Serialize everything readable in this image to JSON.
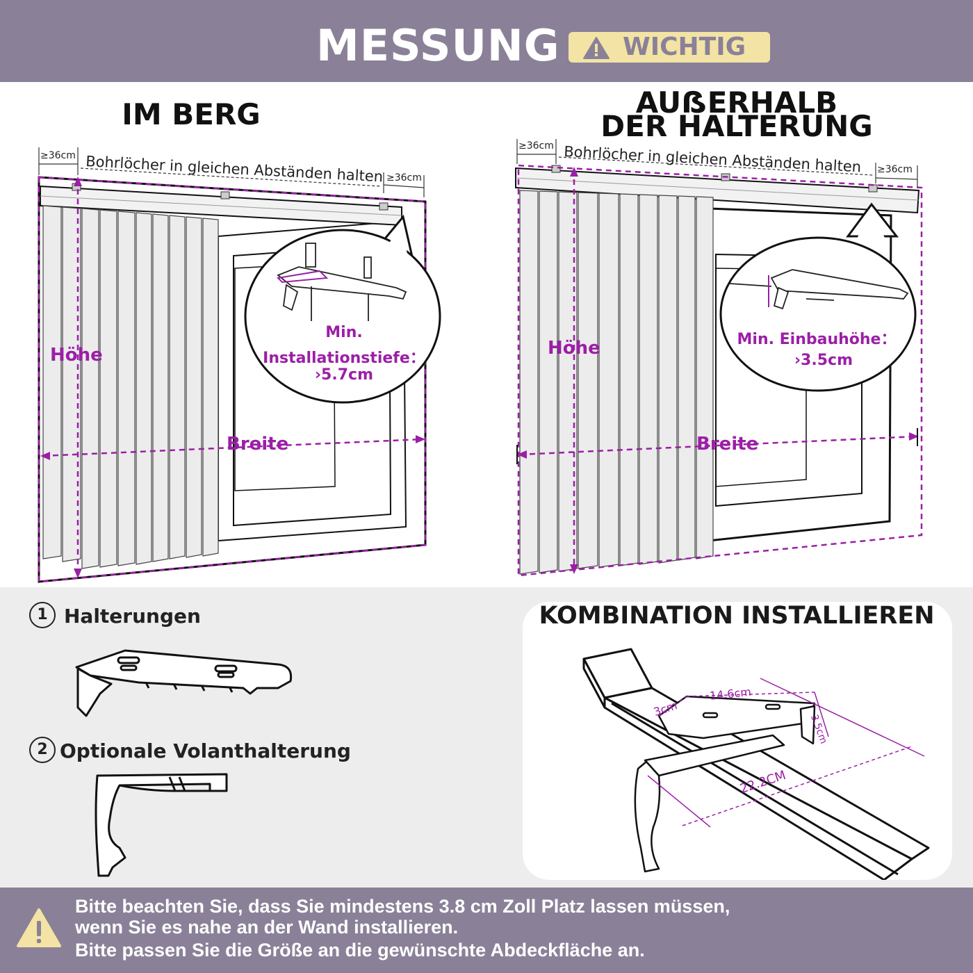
{
  "header": {
    "title": "MESSUNG",
    "badge": "WICHTIG",
    "badge_icon": "warning-triangle-icon",
    "background": "#8a8198",
    "badge_color": "#f3e3a4"
  },
  "left_panel": {
    "title": "IM BERG",
    "drill_label": "Bohrlöcher in gleichen Abständen halten",
    "gap_left": "≥36cm",
    "gap_right": "≥36cm",
    "height_label": "Höhe",
    "width_label": "Breite",
    "callout_line1": "Min.",
    "callout_line2": "Installationstiefe：",
    "callout_line3": "›5.7cm"
  },
  "right_panel": {
    "title_line1": "AUẞERHALB",
    "title_line2": "DER HALTERUNG",
    "drill_label": "Bohrlöcher in gleichen Abständen halten",
    "gap_left": "≥36cm",
    "gap_right": "≥36cm",
    "height_label": "Höhe",
    "width_label": "Breite",
    "callout_line1": "Min. Einbauhöhe：",
    "callout_line2": "›3.5cm"
  },
  "parts": [
    {
      "number": "1",
      "label": "Halterungen"
    },
    {
      "number": "2",
      "label": "Optionale Volanthalterung"
    }
  ],
  "combination": {
    "title": "KOMBINATION INSTALLIEREN",
    "dim_depth": "3cm",
    "dim_width": "14.6cm",
    "dim_height": "3.5cm",
    "dim_valance": "22.2CM"
  },
  "footer": {
    "line1": "Bitte beachten Sie, dass Sie mindestens 3.8 cm Zoll Platz lassen müssen,",
    "line2": "wenn Sie es nahe an der Wand installieren.",
    "line3": "Bitte passen Sie die Größe an die gewünschte Abdeckfläche an.",
    "icon": "warning-triangle-icon"
  },
  "colors": {
    "accent_purple": "#9b1fa6",
    "header_bg": "#8a8198",
    "badge_bg": "#f3e3a4"
  }
}
